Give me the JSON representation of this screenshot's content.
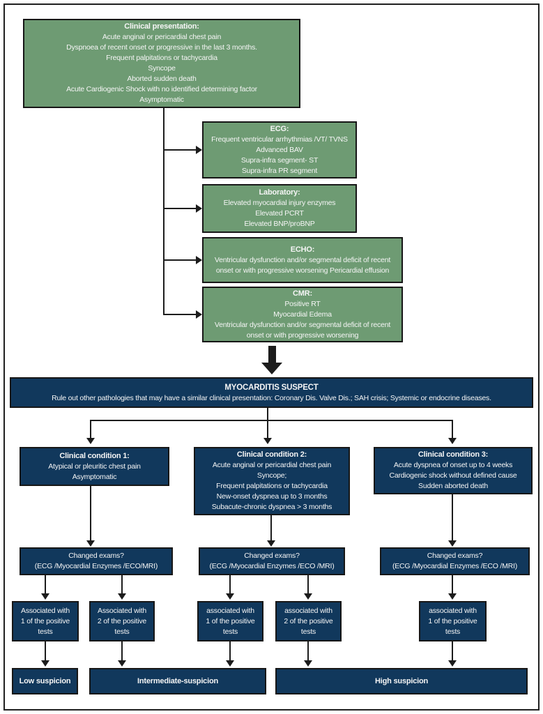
{
  "colors": {
    "green_box": "#6e9b73",
    "navy_box": "#11385c",
    "line": "#1c1c1c",
    "text": "#f5f5f5",
    "background": "#ffffff"
  },
  "clinical_presentation": {
    "title": "Clinical presentation:",
    "body": "Acute anginal or pericardial chest pain\nDyspnoea of recent onset or progressive in the last 3 months.\nFrequent palpitations or tachycardia\nSyncope\nAborted sudden death\nAcute Cardiogenic Shock with no identified determining factor\nAsymptomatic"
  },
  "exam_boxes": [
    {
      "title": "ECG:",
      "body": "Frequent ventricular arrhythmias /VT/ TVNS\nAdvanced BAV\nSupra-infra segment- ST\nSupra-infra PR segment"
    },
    {
      "title": "Laboratory:",
      "body": "Elevated myocardial injury enzymes\nElevated PCRT\nElevated BNP/proBNP"
    },
    {
      "title": "ECHO:",
      "body": "Ventricular dysfunction and/or segmental deficit of recent onset or with progressive worsening Pericardial effusion"
    },
    {
      "title": "CMR:",
      "body": "Positive RT\nMyocardial Edema\nVentricular dysfunction and/or segmental deficit of recent onset or with progressive worsening"
    }
  ],
  "suspect_banner": {
    "title": "MYOCARDITIS SUSPECT",
    "subtitle": "Rule out other pathologies that may have a similar clinical presentation: Coronary Dis. Valve Dis.; SAH crisis; Systemic or endocrine diseases."
  },
  "conditions": [
    {
      "title": "Clinical condition 1:",
      "body": "Atypical or pleuritic chest pain\nAsymptomatic"
    },
    {
      "title": "Clinical condition 2:",
      "body": "Acute anginal or pericardial chest pain\nSyncope;\nFrequent palpitations or tachycardia\nNew-onset dyspnea up to 3 months\nSubacute-chronic dyspnea > 3 months"
    },
    {
      "title": "Clinical condition 3:",
      "body": "Acute dyspnea of onset up to 4 weeks\nCardiogenic shock without defined cause\nSudden aborted death"
    }
  ],
  "changed_exams": [
    {
      "body": "Changed exams?\n(ECG /Myocardial Enzymes /ECO/MRI)"
    },
    {
      "body": "Changed exams?\n(ECG /Myocardial Enzymes /ECO /MRI)"
    },
    {
      "body": "Changed exams?\n(ECG /Myocardial Enzymes /ECO /MRI)"
    }
  ],
  "associated_tests": [
    {
      "body": "Associated with\n1 of the positive\ntests"
    },
    {
      "body": "Associated with\n2 of the positive\ntests"
    },
    {
      "body": "associated with\n1 of the positive\ntests"
    },
    {
      "body": "associated with\n2 of the positive\ntests"
    },
    {
      "body": "associated with\n1 of the positive\ntests"
    }
  ],
  "suspicion_levels": [
    {
      "label": "Low suspicion"
    },
    {
      "label": "Intermediate-suspicion"
    },
    {
      "label": "High suspicion"
    }
  ]
}
